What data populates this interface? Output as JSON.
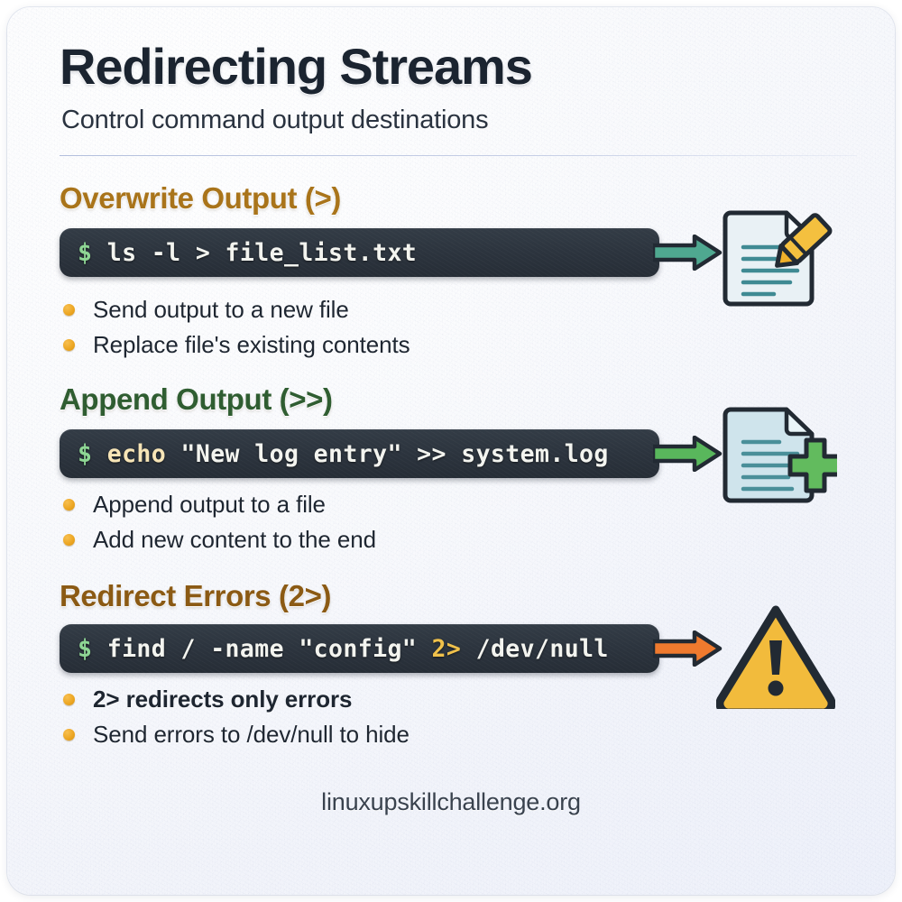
{
  "header": {
    "title": "Redirecting Streams",
    "subtitle": "Control command output destinations"
  },
  "sections": [
    {
      "heading": "Overwrite Output (>)",
      "heading_color": "#a9741a",
      "command_plain": "$ ls -l > file_list.txt",
      "command_tokens": [
        {
          "text": "$",
          "kind": "prompt"
        },
        {
          "text": " ls -l > file_list.txt",
          "kind": "plain"
        }
      ],
      "arrow_color": "#4fa890",
      "icon": "document-with-pencil-icon",
      "bullets": [
        {
          "text": "Send output to a new file",
          "bold": false
        },
        {
          "text": "Replace file's existing contents",
          "bold": false
        }
      ]
    },
    {
      "heading": "Append Output (>>)",
      "heading_color": "#2f5d31",
      "command_plain": "$ echo \"New log entry\" >> system.log",
      "command_tokens": [
        {
          "text": "$",
          "kind": "prompt"
        },
        {
          "text": " echo",
          "kind": "cmd"
        },
        {
          "text": " \"New log entry\" >> system.log",
          "kind": "plain"
        }
      ],
      "arrow_color": "#59b75c",
      "icon": "document-with-plus-icon",
      "bullets": [
        {
          "text": "Append output to a file",
          "bold": false
        },
        {
          "text": "Add new content to the end",
          "bold": false
        }
      ]
    },
    {
      "heading": "Redirect Errors (2>)",
      "heading_color": "#8b5a14",
      "command_plain": "$ find / -name \"config\" 2> /dev/null",
      "command_tokens": [
        {
          "text": "$",
          "kind": "prompt"
        },
        {
          "text": " find / -name \"config\" ",
          "kind": "plain"
        },
        {
          "text": "2>",
          "kind": "redir"
        },
        {
          "text": " /dev/null",
          "kind": "plain"
        }
      ],
      "arrow_color": "#ef7a2e",
      "icon": "warning-triangle-icon",
      "bullets": [
        {
          "text": "2> redirects only errors",
          "bold": true
        },
        {
          "text": "Send errors to /dev/null to hide",
          "bold": false
        }
      ]
    }
  ],
  "footer": {
    "url": "linuxupskillchallenge.org"
  },
  "palette": {
    "terminal_bg": "#2c343e",
    "prompt_green": "#8ed694",
    "command_cream": "#f7e5b7",
    "redirect_gold": "#f0c14b",
    "bullet_dot": "#eda724",
    "text_dark": "#1e2631",
    "card_bg": "#f6f8fc"
  }
}
